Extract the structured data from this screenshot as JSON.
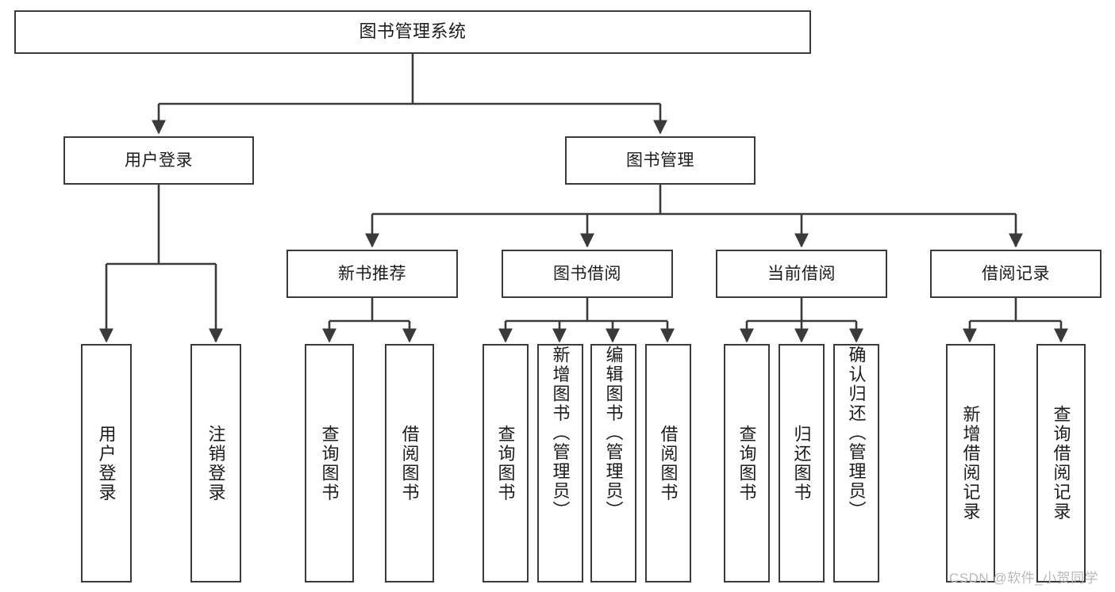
{
  "diagram": {
    "title": "图书管理系统",
    "watermark": "CSDN @软件_小贺同学",
    "stroke_color": "#3a3a3a",
    "background_color": "#ffffff",
    "text_color": "#1c1c1c",
    "watermark_color": "#b9b9b9",
    "root": {
      "label": "图书管理系统"
    },
    "level2": [
      {
        "label": "用户登录"
      },
      {
        "label": "图书管理"
      }
    ],
    "level3": [
      {
        "label": "新书推荐"
      },
      {
        "label": "图书借阅"
      },
      {
        "label": "当前借阅"
      },
      {
        "label": "借阅记录"
      }
    ],
    "leaves": {
      "user_login": [
        {
          "label": "用户登录"
        },
        {
          "label": "注销登录"
        }
      ],
      "new_book_recommend": [
        {
          "label": "查询图书"
        },
        {
          "label": "借阅图书"
        }
      ],
      "book_borrow": [
        {
          "label": "查询图书"
        },
        {
          "label": "新增图书（管理员）"
        },
        {
          "label": "编辑图书（管理员）"
        },
        {
          "label": "借阅图书"
        }
      ],
      "current_borrow": [
        {
          "label": "查询图书"
        },
        {
          "label": "归还图书"
        },
        {
          "label": "确认归还（管理员）"
        }
      ],
      "borrow_record": [
        {
          "label": "新增借阅记录"
        },
        {
          "label": "查询借阅记录"
        }
      ]
    }
  }
}
